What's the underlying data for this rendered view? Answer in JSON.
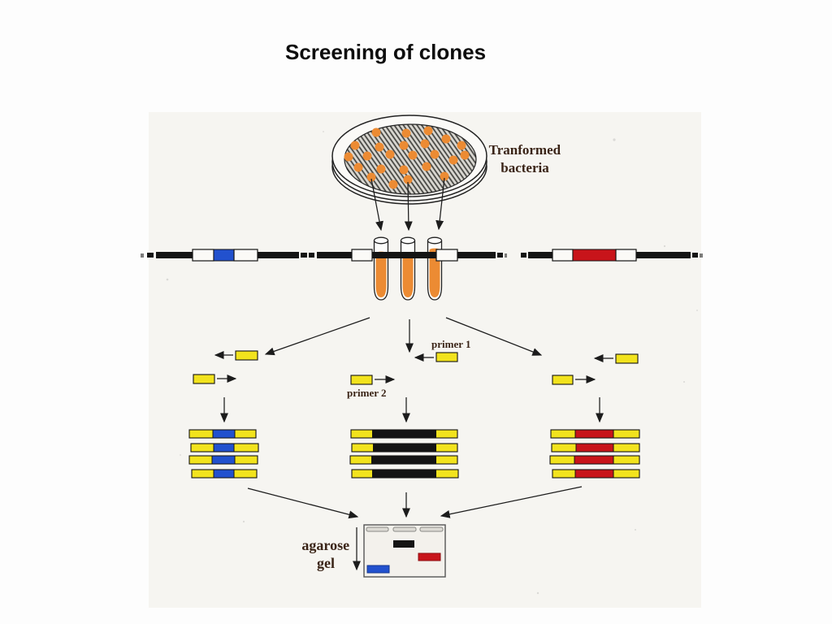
{
  "slide": {
    "title": "Screening of clones",
    "background": "#FDFDFD"
  },
  "figure": {
    "labels": {
      "bacteria_line1": "Tranformed",
      "bacteria_line2": "bacteria",
      "primer1": "primer 1",
      "primer2": "primer 2",
      "gel_line1": "agarose",
      "gel_line2": "gel"
    },
    "petri_dish": {
      "colony_count": 24,
      "colony_color": "#EC8B33"
    },
    "tubes": {
      "count": 3,
      "content_color": "#EC8B33"
    },
    "templates": [
      {
        "position": "left",
        "insert_color": "#2251CE"
      },
      {
        "position": "middle",
        "insert_color": "#141414"
      },
      {
        "position": "right",
        "insert_color": "#C8141A"
      }
    ],
    "pcr_products": {
      "bars_per_clone": 4,
      "primer_end_color": "#F2E31D"
    },
    "gel": {
      "wells": 3,
      "bands": [
        {
          "lane": "left",
          "color": "#2251CE",
          "migration": "far"
        },
        {
          "lane": "middle",
          "color": "#141414",
          "migration": "short"
        },
        {
          "lane": "right",
          "color": "#C8141A",
          "migration": "medium"
        }
      ]
    }
  },
  "colors": {
    "ink": "#1C1C1C",
    "label_ink": "#3A2417",
    "yellow_primer": "#F2E31D",
    "blue_insert": "#2251CE",
    "red_insert": "#C8141A",
    "orange": "#EC8B33",
    "scan_background": "#F6F5F1"
  }
}
